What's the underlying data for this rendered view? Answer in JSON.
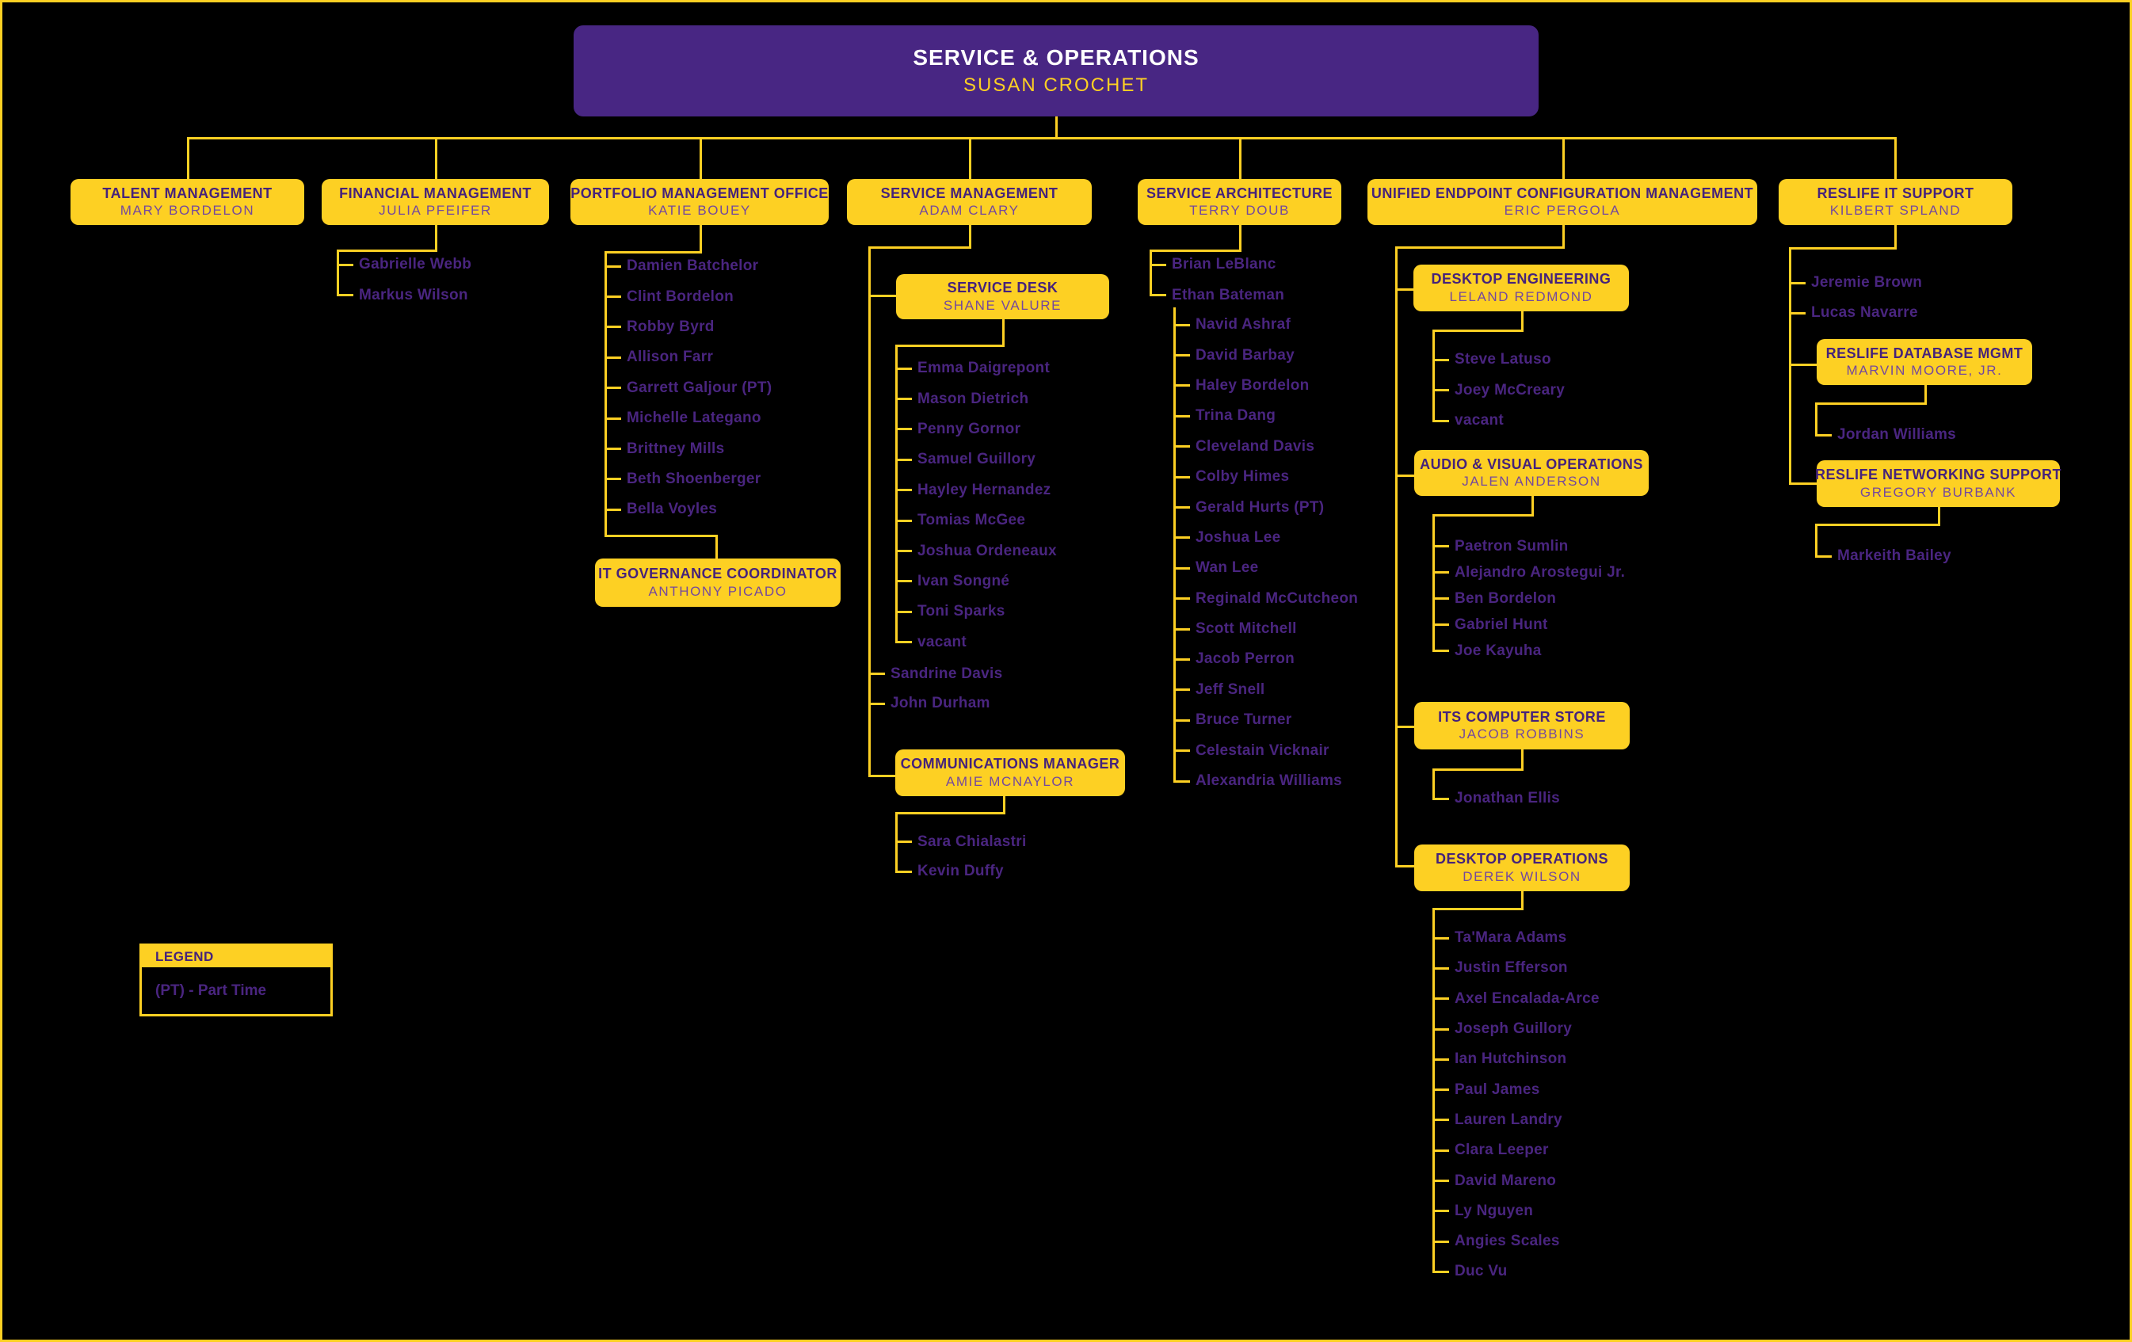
{
  "colors": {
    "background": "#000000",
    "gold": "#FDD023",
    "purple_box": "#482683",
    "box_title_purple": "#45227B",
    "box_name_purple": "#74489E",
    "report_name_purple": "#4A2580",
    "root_title_white": "#FFFFFF"
  },
  "root": {
    "title": "SERVICE & OPERATIONS",
    "name": "SUSAN CROCHET"
  },
  "departments": {
    "talent": {
      "title": "TALENT MANAGEMENT",
      "name": "MARY BORDELON"
    },
    "financial": {
      "title": "FINANCIAL MANAGEMENT",
      "name": "JULIA PFEIFER",
      "reports": [
        "Gabrielle Webb",
        "Markus Wilson"
      ]
    },
    "portfolio": {
      "title": "PORTFOLIO MANAGEMENT OFFICE",
      "name": "KATIE BOUEY",
      "reports": [
        "Damien Batchelor",
        "Clint Bordelon",
        "Robby Byrd",
        "Allison Farr",
        "Garrett Galjour (PT)",
        "Michelle Lategano",
        "Brittney Mills",
        "Beth Shoenberger",
        "Bella Voyles"
      ]
    },
    "it_governance": {
      "title": "IT GOVERNANCE COORDINATOR",
      "name": "ANTHONY PICADO"
    },
    "service_management": {
      "title": "SERVICE MANAGEMENT",
      "name": "ADAM CLARY",
      "reports": [
        "Sandrine Davis",
        "John Durham"
      ]
    },
    "service_desk": {
      "title": "SERVICE DESK",
      "name": "SHANE VALURE",
      "reports": [
        "Emma Daigrepont",
        "Mason Dietrich",
        "Penny Gornor",
        "Samuel Guillory",
        "Hayley Hernandez",
        "Tomias McGee",
        "Joshua Ordeneaux",
        "Ivan Songné",
        "Toni Sparks",
        "vacant"
      ]
    },
    "communications": {
      "title": "COMMUNICATIONS MANAGER",
      "name": "AMIE MCNAYLOR",
      "reports": [
        "Sara Chialastri",
        "Kevin Duffy"
      ]
    },
    "service_architecture": {
      "title": "SERVICE ARCHITECTURE",
      "name": "TERRY DOUB",
      "reports": [
        "Brian LeBlanc",
        "Ethan Bateman"
      ],
      "sub_reports": [
        "Navid Ashraf",
        "David Barbay",
        "Haley Bordelon",
        "Trina Dang",
        "Cleveland Davis",
        "Colby Himes",
        "Gerald Hurts (PT)",
        "Joshua Lee",
        "Wan Lee",
        "Reginald McCutcheon",
        "Scott Mitchell",
        "Jacob Perron",
        "Jeff Snell",
        "Bruce Turner",
        "Celestain Vicknair",
        "Alexandria Williams"
      ]
    },
    "uecm": {
      "title": "UNIFIED ENDPOINT CONFIGURATION MANAGEMENT",
      "name": "ERIC PERGOLA"
    },
    "desktop_engineering": {
      "title": "DESKTOP ENGINEERING",
      "name": "LELAND REDMOND",
      "reports": [
        "Steve Latuso",
        "Joey McCreary",
        "vacant"
      ]
    },
    "av_operations": {
      "title": "AUDIO & VISUAL OPERATIONS",
      "name": "JALEN ANDERSON",
      "reports": [
        "Paetron Sumlin",
        "Alejandro Arostegui Jr.",
        "Ben Bordelon",
        "Gabriel Hunt",
        "Joe Kayuha"
      ]
    },
    "computer_store": {
      "title": "ITS COMPUTER STORE",
      "name": "JACOB ROBBINS",
      "reports": [
        "Jonathan Ellis"
      ]
    },
    "desktop_operations": {
      "title": "DESKTOP OPERATIONS",
      "name": "DEREK WILSON",
      "reports": [
        "Ta'Mara Adams",
        "Justin Efferson",
        "Axel Encalada-Arce",
        "Joseph Guillory",
        "Ian Hutchinson",
        "Paul James",
        "Lauren Landry",
        "Clara Leeper",
        "David Mareno",
        "Ly Nguyen",
        "Angies Scales",
        "Duc Vu"
      ]
    },
    "reslife": {
      "title": "RESLIFE IT SUPPORT",
      "name": "KILBERT SPLAND",
      "reports": [
        "Jeremie Brown",
        "Lucas Navarre"
      ]
    },
    "reslife_db": {
      "title": "RESLIFE DATABASE MGMT",
      "name": "MARVIN MOORE, JR.",
      "reports": [
        "Jordan Williams"
      ]
    },
    "reslife_network": {
      "title": "RESLIFE NETWORKING SUPPORT",
      "name": "GREGORY BURBANK",
      "reports": [
        "Markeith Bailey"
      ]
    }
  },
  "legend": {
    "title": "LEGEND",
    "note": "(PT) - Part Time"
  }
}
